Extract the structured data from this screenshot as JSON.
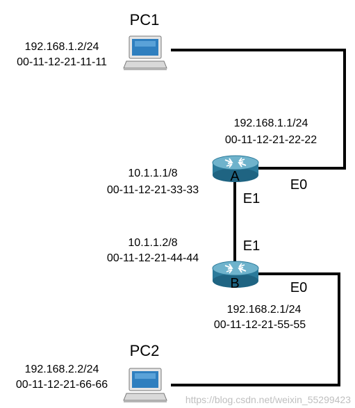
{
  "devices": {
    "pc1": {
      "name": "PC1",
      "ip": "192.168.1.2/24",
      "mac": "00-11-12-21-11-11"
    },
    "pc2": {
      "name": "PC2",
      "ip": "192.168.2.2/24",
      "mac": "00-11-12-21-66-66"
    },
    "router_a": {
      "name": "A",
      "e0": {
        "ip": "192.168.1.1/24",
        "mac": "00-11-12-21-22-22",
        "label": "E0"
      },
      "e1": {
        "ip": "10.1.1.1/8",
        "mac": "00-11-12-21-33-33",
        "label": "E1"
      }
    },
    "router_b": {
      "name": "B",
      "e0": {
        "ip": "192.168.2.1/24",
        "mac": "00-11-12-21-55-55",
        "label": "E0"
      },
      "e1": {
        "ip": "10.1.1.2/8",
        "mac": "00-11-12-21-44-44",
        "label": "E1"
      }
    }
  },
  "watermark": "https://blog.csdn.net/weixin_55299423",
  "colors": {
    "router_body": "#2b7a9a",
    "router_top": "#6fb3cc",
    "pc_screen": "#2f7fbf",
    "pc_case": "#d9d9d9",
    "link": "#000000"
  },
  "icons": [
    "pc-icon",
    "router-icon"
  ]
}
